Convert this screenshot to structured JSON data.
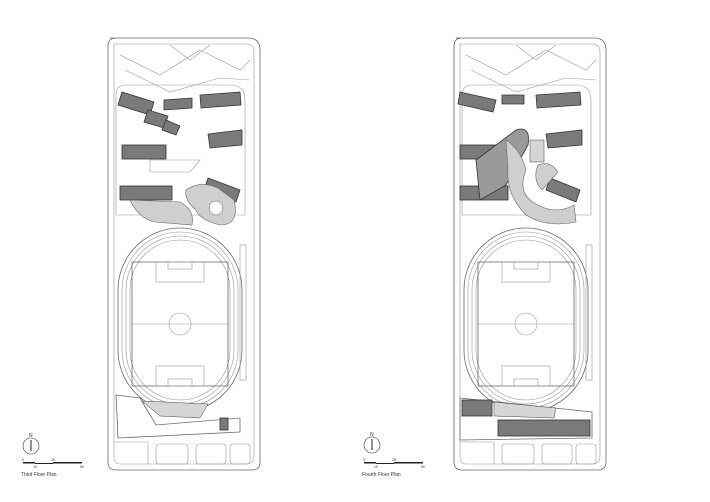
{
  "plans": [
    {
      "title": "Third Floor Plan",
      "north": "N",
      "scale_ticks": [
        "0",
        "10",
        "25",
        "50"
      ]
    },
    {
      "title": "Fourth Floor Plan",
      "north": "N",
      "scale_ticks": [
        "0",
        "10",
        "25",
        "50"
      ]
    }
  ]
}
